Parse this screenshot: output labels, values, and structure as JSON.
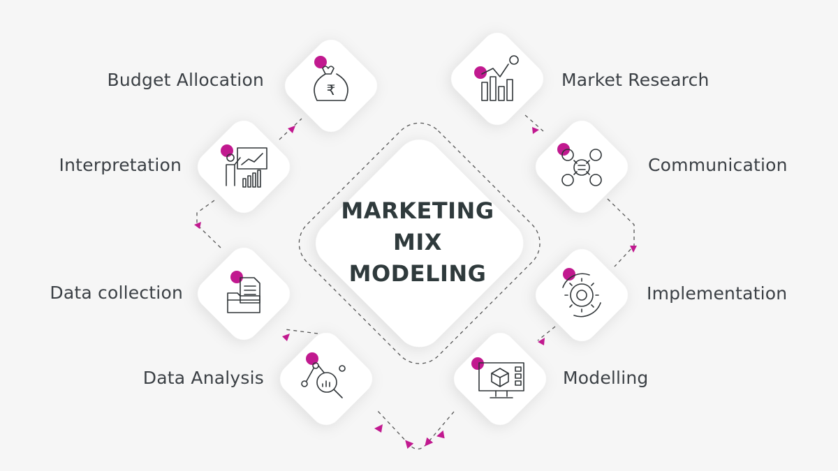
{
  "center": {
    "line1": "MARKETING",
    "line2": "MIX",
    "line3": "MODELING"
  },
  "steps": {
    "budget": "Budget Allocation",
    "market_research": "Market Research",
    "interpretation": "Interpretation",
    "communication": "Communication",
    "data_collection": "Data collection",
    "implementation": "Implementation",
    "data_analysis": "Data Analysis",
    "modelling": "Modelling"
  },
  "icons": {
    "budget": "money-bag-rupee-icon",
    "market_research": "bar-chart-growth-icon",
    "interpretation": "presenter-chart-icon",
    "communication": "people-communication-icon",
    "data_collection": "folder-document-icon",
    "implementation": "gear-cycle-icon",
    "data_analysis": "magnifier-analysis-icon",
    "modelling": "monitor-3d-model-icon"
  },
  "colors": {
    "accent": "#c1198f",
    "text": "#3a3f44",
    "title": "#2f3a3c",
    "icon_stroke": "#2f3437",
    "background": "#f6f6f6",
    "tile": "#ffffff"
  }
}
